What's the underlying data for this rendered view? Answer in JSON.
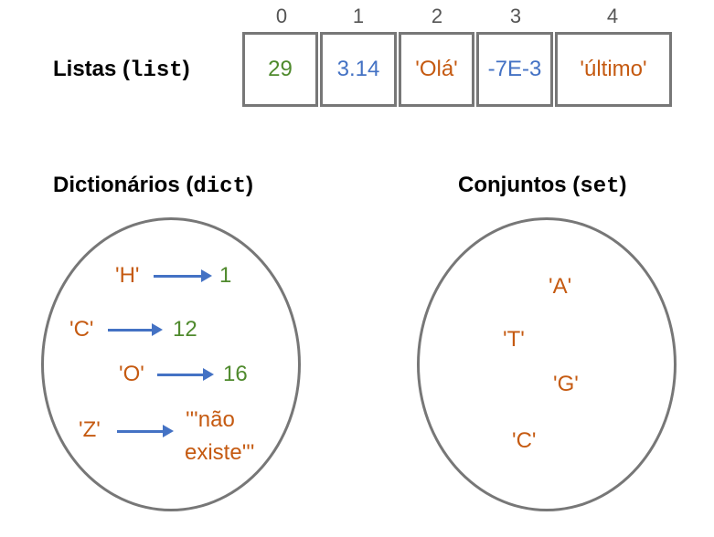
{
  "list_section": {
    "title_prefix": "Listas (",
    "title_code": "list",
    "title_suffix": ")",
    "indices": [
      "0",
      "1",
      "2",
      "3",
      "4"
    ],
    "cells": [
      "29",
      "3.14",
      "'Olá'",
      "-7E-3",
      "'último'"
    ]
  },
  "dict_section": {
    "title_prefix": "Dictionários (",
    "title_code": "dict",
    "title_suffix": ")",
    "pairs": [
      {
        "key": "'H'",
        "value": "1"
      },
      {
        "key": "'C'",
        "value": "12"
      },
      {
        "key": "'O'",
        "value": "16"
      },
      {
        "key": "'Z'",
        "value_line1": "'''não",
        "value_line2": "existe'''"
      }
    ]
  },
  "set_section": {
    "title_prefix": "Conjuntos (",
    "title_code": "set",
    "title_suffix": ")",
    "items": [
      "'A'",
      "'T'",
      "'G'",
      "'C'"
    ]
  },
  "colors": {
    "number": "#4f8a2d",
    "float": "#4472c4",
    "string": "#c55a11",
    "arrow": "#4472c4",
    "border": "#777777"
  }
}
